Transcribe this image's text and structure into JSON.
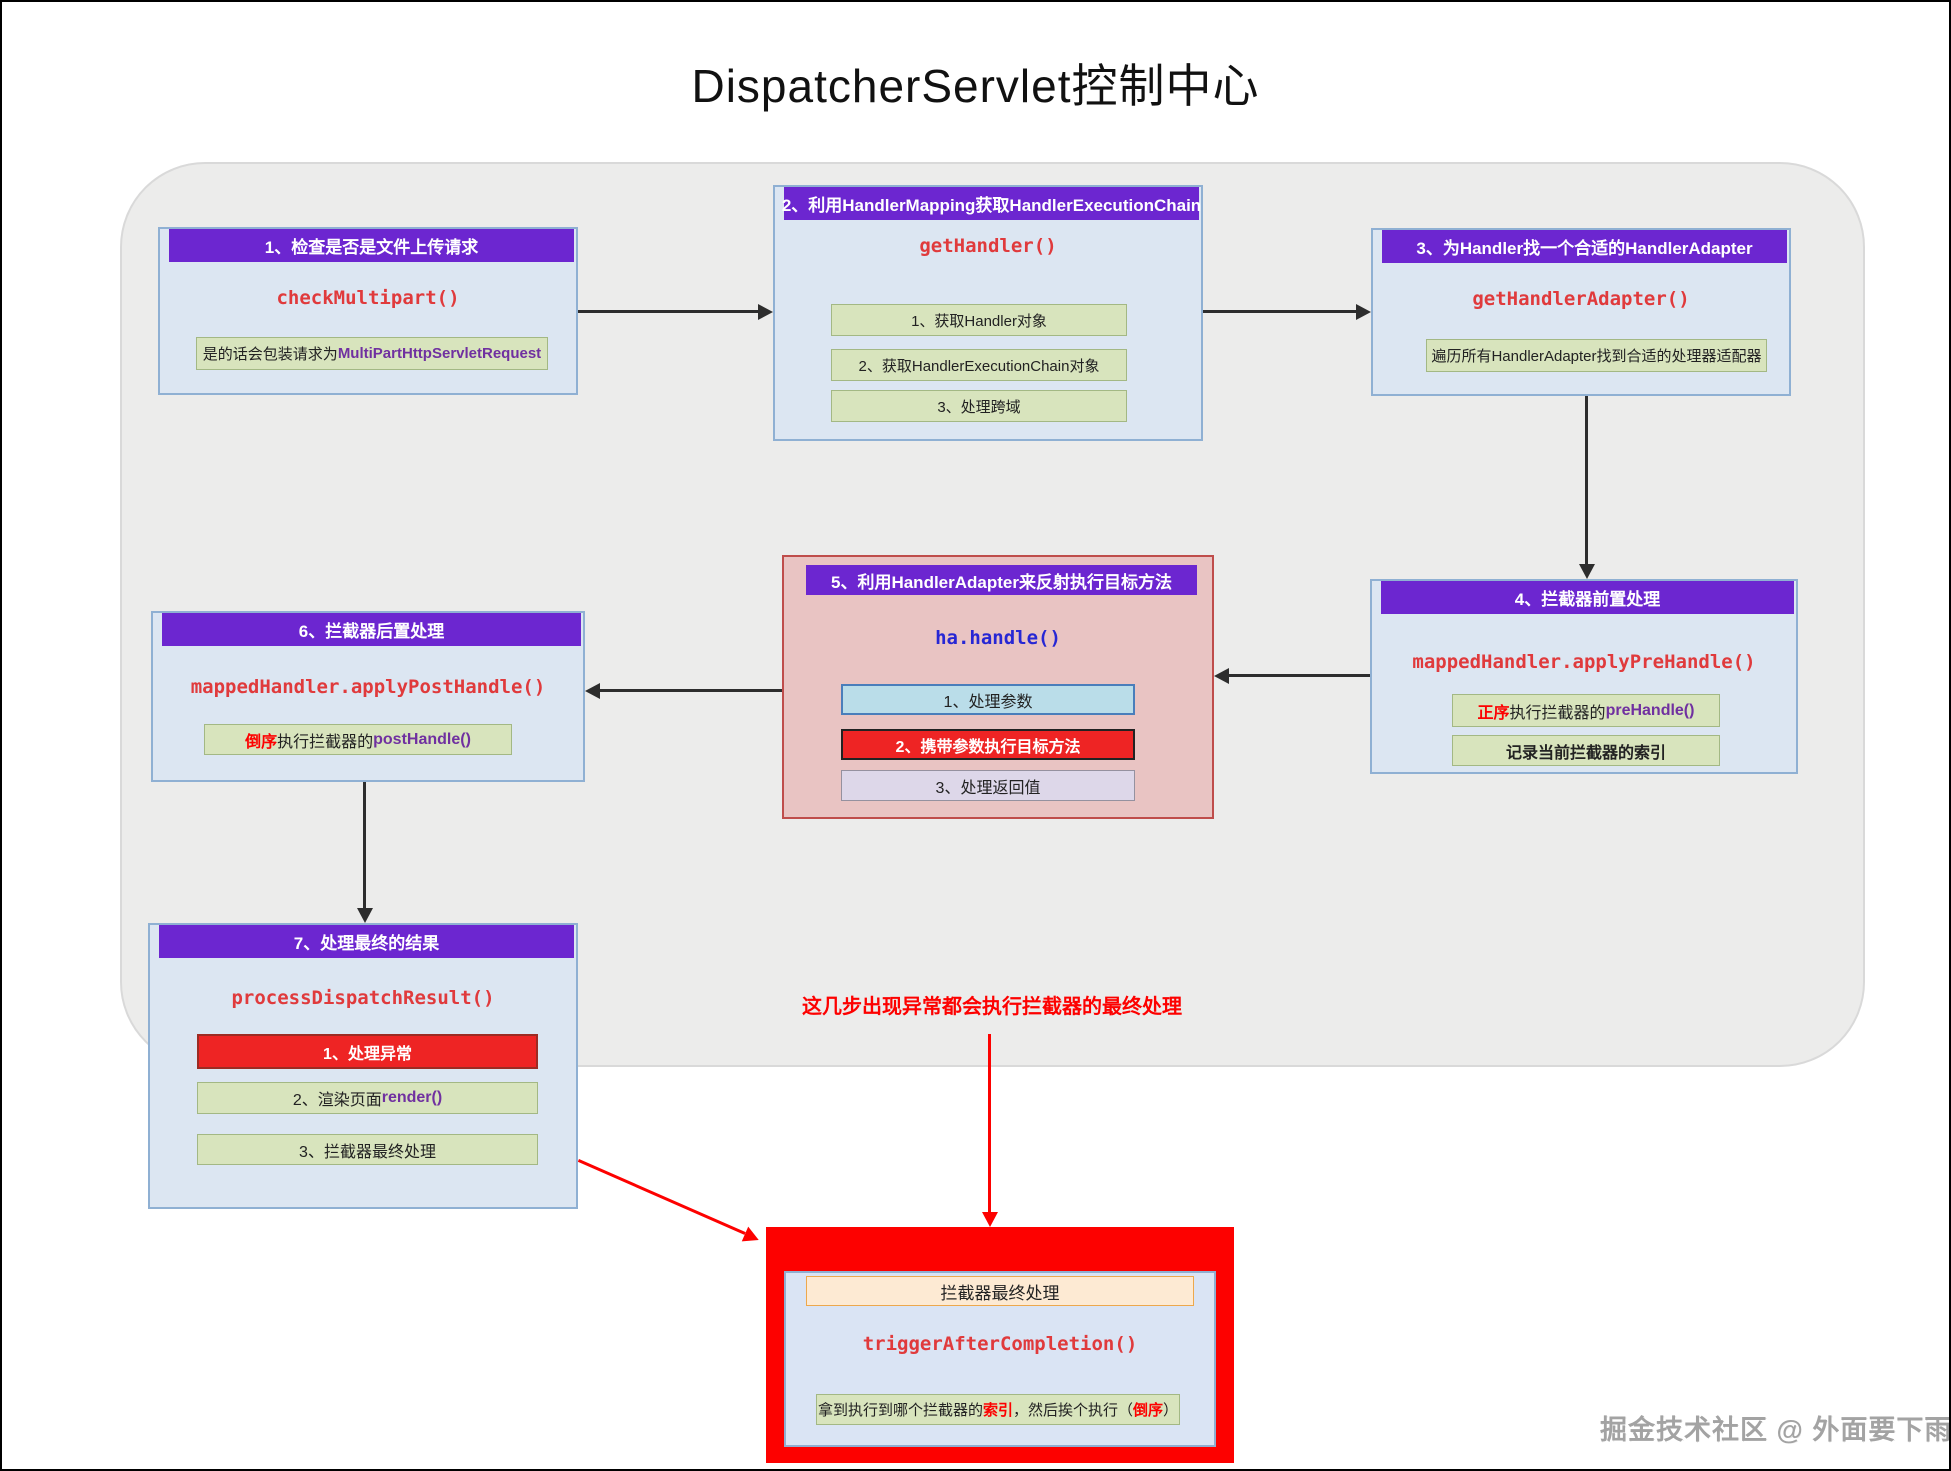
{
  "title": "DispatcherServlet控制中心",
  "watermark": "掘金技术社区 @ 外面要下雨",
  "error_note": "这几步出现异常都会执行拦截器的最终处理",
  "colors": {
    "header_purple": "#6c26d0",
    "body_blue": "#dce6f2",
    "green_note": "#d8e4bd",
    "code_red": "#e03a3c",
    "code_blue": "#2727d4",
    "accent_purple": "#7030a0",
    "alert_red": "#fd0100",
    "pink_body": "#e9c4c3",
    "orange_header": "#fdead3",
    "container_gray": "#ececeb"
  },
  "box1": {
    "header": "1、检查是否是文件上传请求",
    "code": "checkMultipart()",
    "sub_prefix": "是的话会包装请求为 ",
    "sub_highlight": "MultiPartHttpServletRequest"
  },
  "box2": {
    "header": "2、利用HandlerMapping获取HandlerExecutionChain",
    "code": "getHandler()",
    "subs": [
      "1、获取Handler对象",
      "2、获取HandlerExecutionChain对象",
      "3、处理跨域"
    ]
  },
  "box3": {
    "header": "3、为Handler找一个合适的HandlerAdapter",
    "code": "getHandlerAdapter()",
    "sub": "遍历所有HandlerAdapter找到合适的处理器适配器"
  },
  "box4": {
    "header": "4、拦截器前置处理",
    "code": "mappedHandler.applyPreHandle()",
    "sub1": {
      "order": "正序",
      "mid": "执行拦截器的 ",
      "method": "preHandle()"
    },
    "sub2": "记录当前拦截器的索引"
  },
  "box5": {
    "header": "5、利用HandlerAdapter来反射执行目标方法",
    "code": "ha.handle()",
    "subs": [
      "1、处理参数",
      "2、携带参数执行目标方法",
      "3、处理返回值"
    ]
  },
  "box6": {
    "header": "6、拦截器后置处理",
    "code": "mappedHandler.applyPostHandle()",
    "sub": {
      "order": "倒序",
      "mid": "执行拦截器的 ",
      "method": "postHandle()"
    }
  },
  "box7": {
    "header": "7、处理最终的结果",
    "code": "processDispatchResult()",
    "sub1": "1、处理异常",
    "sub2": {
      "prefix": "2、渲染页面 ",
      "method": "render()"
    },
    "sub3": "3、拦截器最终处理"
  },
  "final_box": {
    "header": "拦截器最终处理",
    "code": "triggerAfterCompletion()",
    "sub": {
      "p1": "拿到执行到哪个拦截器的",
      "h1": "索引",
      "p2": "，然后挨个执行（",
      "h2": "倒序",
      "p3": "）"
    }
  }
}
